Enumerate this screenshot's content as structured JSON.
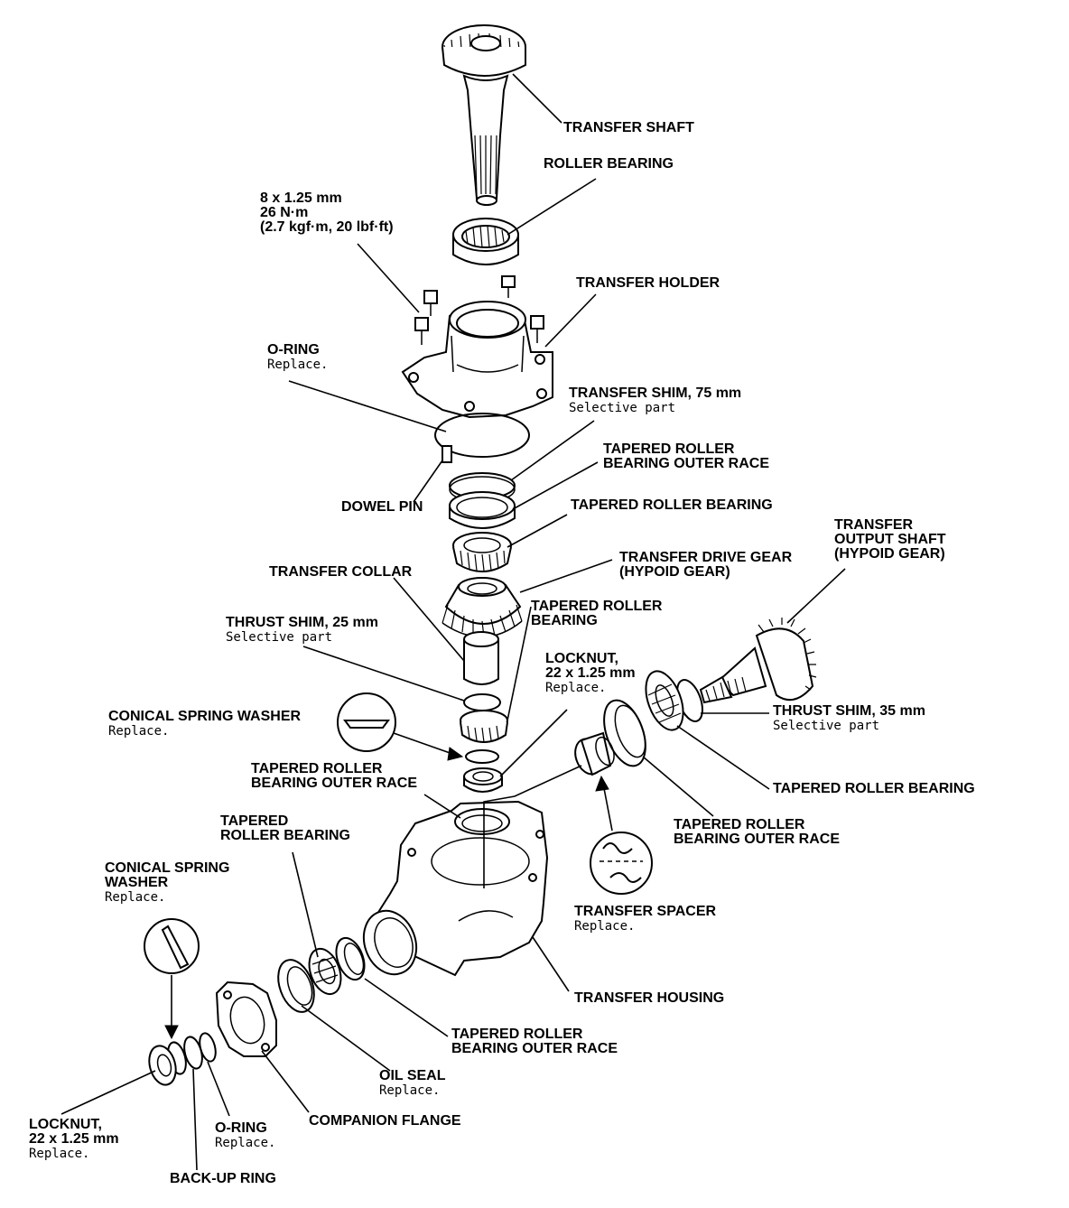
{
  "labels": {
    "transfer_shaft": "TRANSFER SHAFT",
    "roller_bearing": "ROLLER BEARING",
    "bolt_spec": [
      "8 x 1.25 mm",
      "26 N·m",
      "(2.7 kgf·m, 20 lbf·ft)"
    ],
    "transfer_holder": "TRANSFER HOLDER",
    "o_ring_top": "O-RING",
    "replace": "Replace.",
    "transfer_shim_75": "TRANSFER SHIM, 75 mm",
    "selective_part": "Selective part",
    "tapered_roller_bearing_outer_race_1": [
      "TAPERED ROLLER",
      "BEARING OUTER RACE"
    ],
    "dowel_pin": "DOWEL PIN",
    "tapered_roller_bearing_1": "TAPERED ROLLER BEARING",
    "transfer_output_shaft": [
      "TRANSFER",
      "OUTPUT SHAFT",
      "(HYPOID GEAR)"
    ],
    "transfer_drive_gear": [
      "TRANSFER DRIVE GEAR",
      "(HYPOID GEAR)"
    ],
    "transfer_collar": "TRANSFER COLLAR",
    "tapered_roller_bearing_2": [
      "TAPERED ROLLER",
      "BEARING"
    ],
    "thrust_shim_25": "THRUST SHIM, 25 mm",
    "locknut_top": [
      "LOCKNUT,",
      "22 x 1.25 mm"
    ],
    "conical_spring_washer_top": "CONICAL SPRING WASHER",
    "thrust_shim_35": "THRUST SHIM, 35 mm",
    "tapered_roller_bearing_outer_race_2": [
      "TAPERED ROLLER",
      "BEARING OUTER RACE"
    ],
    "tapered_roller_bearing_3": "TAPERED ROLLER BEARING",
    "tapered_roller_bearing_4": [
      "TAPERED",
      "ROLLER BEARING"
    ],
    "tapered_roller_bearing_outer_race_3": [
      "TAPERED ROLLER",
      "BEARING OUTER RACE"
    ],
    "conical_spring_washer_bottom": [
      "CONICAL SPRING",
      "WASHER"
    ],
    "transfer_spacer": "TRANSFER SPACER",
    "transfer_housing": "TRANSFER HOUSING",
    "tapered_roller_bearing_outer_race_4": [
      "TAPERED ROLLER",
      "BEARING OUTER RACE"
    ],
    "oil_seal": "OIL SEAL",
    "companion_flange": "COMPANION FLANGE",
    "locknut_bottom": [
      "LOCKNUT,",
      "22 x 1.25 mm"
    ],
    "o_ring_bottom": "O-RING",
    "back_up_ring": "BACK-UP RING"
  }
}
